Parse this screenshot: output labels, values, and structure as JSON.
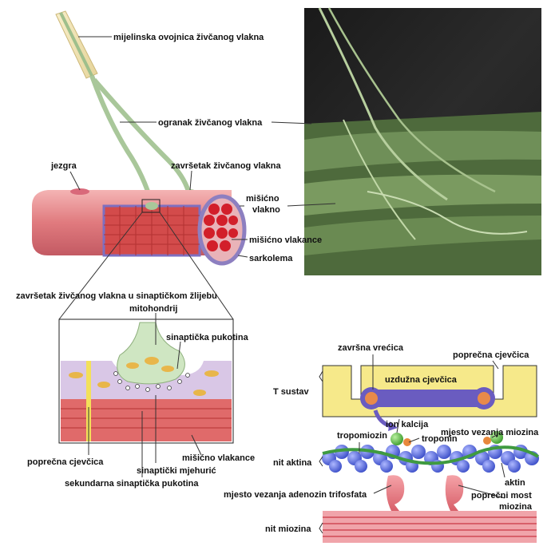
{
  "labels": {
    "myelin_sheath": "mijelinska ovojnica živčanog vlakna",
    "nerve_branch": "ogranak živčanog vlakna",
    "nucleus": "jezgra",
    "nerve_terminal": "završetak živčanog vlakna",
    "muscle_fiber_1": "mišićno",
    "muscle_fiber_2": "vlakno",
    "myofibril": "mišićno vlakance",
    "sarcolemma": "sarkolema",
    "terminal_in_groove": "završetak živčanog vlakna u sinaptičkom žlijebu",
    "mitochondrion": "mitohondrij",
    "synaptic_cleft": "sinaptička pukotina",
    "t_tubule_left": "poprečna cjevčica",
    "myofibril_lower": "mišićno vlakance",
    "synaptic_vesicle": "sinaptički mjehurić",
    "secondary_cleft": "sekundarna sinaptička pukotina",
    "terminal_sac": "završna vrećica",
    "t_tubule_right": "poprečna cjevčica",
    "t_system": "T sustav",
    "longitudinal_tubule": "uzdužna cjevčica",
    "calcium_ion": "ion kalcija",
    "tropomyosin": "tropomiozin",
    "troponin": "troponin",
    "myosin_binding_site": "mjesto vezanja miozina",
    "actin_filament": "nit aktina",
    "actin": "aktin",
    "atp_binding_site": "mjesto vezanja adenozin trifosfata",
    "myosin_crossbridge_1": "poprečni most",
    "myosin_crossbridge_2": "miozina",
    "myosin_filament": "nit miozina"
  },
  "colors": {
    "nerve": "#a9c79a",
    "myelin": "#f2e3b0",
    "muscle": "#e07a7e",
    "sarcolemma": "#8d7fc0",
    "myofibril": "#d83c3c",
    "t_system": "#f2e27a",
    "sarco_tubule": "#6a5cc0",
    "actin": "#4f63d6",
    "myosin": "#e1707a",
    "photo": "#5b7a4a"
  }
}
